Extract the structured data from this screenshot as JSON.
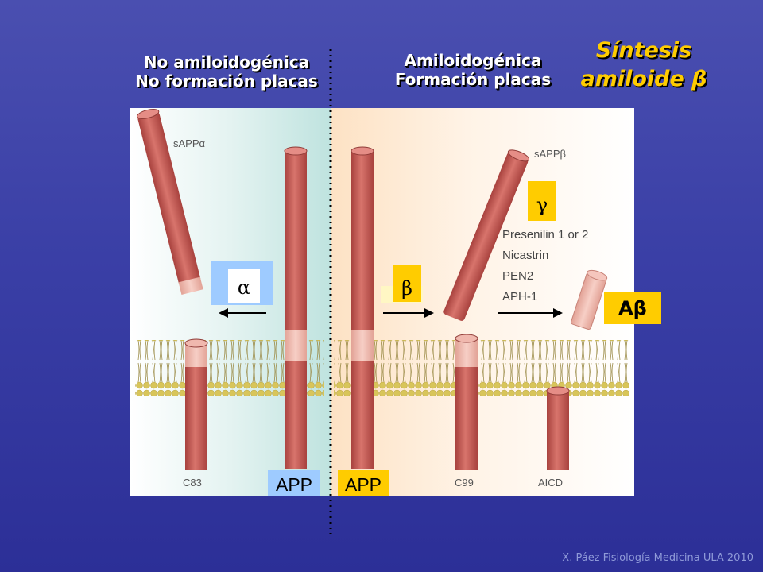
{
  "titles": {
    "left_line1": "No amiloidogénica",
    "left_line2": "No formación placas",
    "mid_line1": "Amiloidogénica",
    "mid_line2": "Formación placas",
    "synth_line1": "Síntesis",
    "synth_line2": "amiloide β"
  },
  "figure": {
    "sapp_alpha": "sAPPα",
    "sapp_beta": "sAPPβ",
    "gamma_components": [
      "Presenilin 1 or 2",
      "Nicastrin",
      "PEN2",
      "APH-1"
    ],
    "c83": "C83",
    "c99": "C99",
    "aicd": "AICD"
  },
  "badges": {
    "alpha": "α",
    "beta": "β",
    "gamma": "γ",
    "abeta": "Aβ",
    "app_left": "APP",
    "app_right": "APP"
  },
  "colors": {
    "badge_blue": "#9ecbff",
    "badge_yellow": "#ffcc00",
    "title_yellow": "#ffcc00",
    "rod": "#c9605a",
    "rod_light": "#f1b6aa"
  },
  "footer": "X. Páez Fisiología Medicina ULA 2010"
}
